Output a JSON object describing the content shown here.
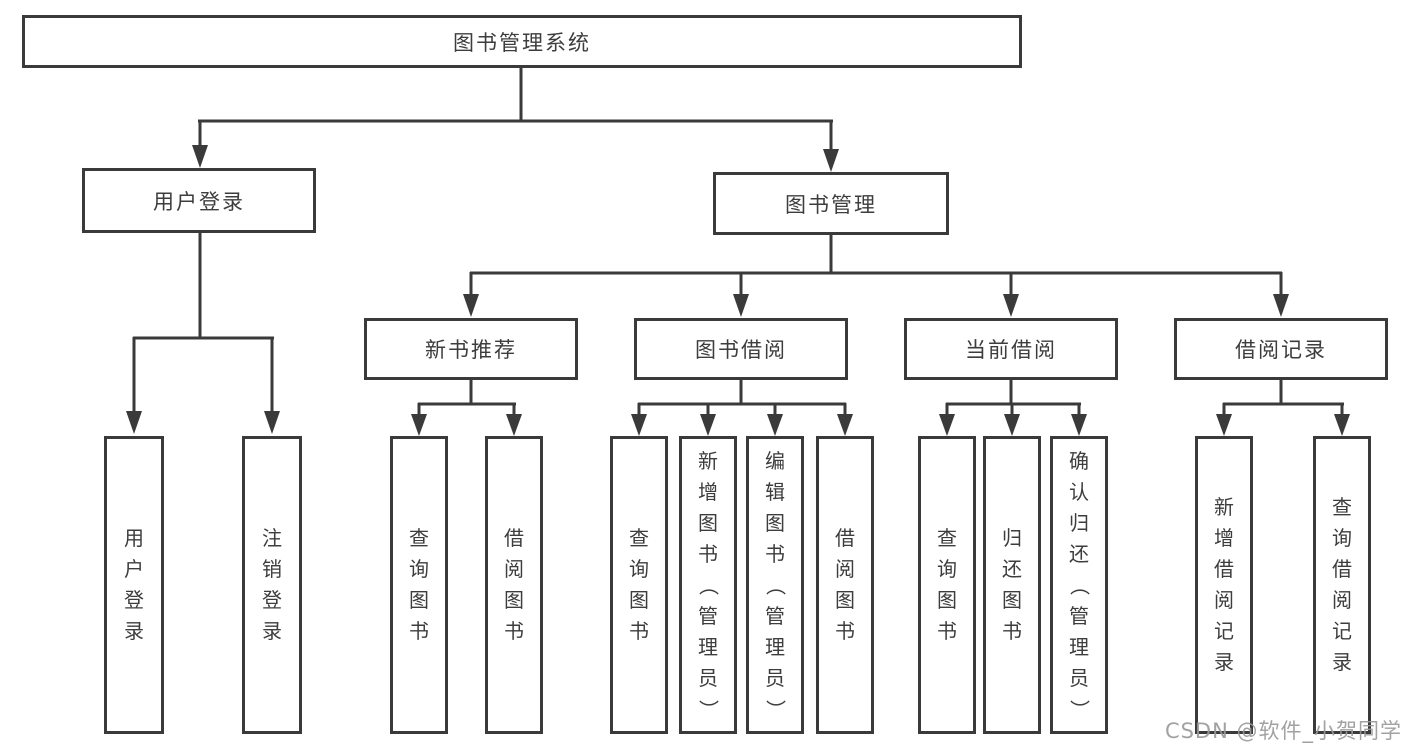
{
  "diagram_title": "图书管理系统",
  "tree": {
    "label": "图书管理系统",
    "children": [
      {
        "label": "用户登录",
        "children": [
          {
            "label": "用户登录"
          },
          {
            "label": "注销登录"
          }
        ]
      },
      {
        "label": "图书管理",
        "children": [
          {
            "label": "新书推荐",
            "children": [
              {
                "label": "查询图书"
              },
              {
                "label": "借阅图书"
              }
            ]
          },
          {
            "label": "图书借阅",
            "children": [
              {
                "label": "查询图书"
              },
              {
                "label": "新增图书（管理员）"
              },
              {
                "label": "编辑图书（管理员）"
              },
              {
                "label": "借阅图书"
              }
            ]
          },
          {
            "label": "当前借阅",
            "children": [
              {
                "label": "查询图书"
              },
              {
                "label": "归还图书"
              },
              {
                "label": "确认归还（管理员）"
              }
            ]
          },
          {
            "label": "借阅记录",
            "children": [
              {
                "label": "新增借阅记录"
              },
              {
                "label": "查询借阅记录"
              }
            ]
          }
        ]
      }
    ]
  },
  "watermark": {
    "text": "CSDN @软件_小贺同学"
  },
  "colors": {
    "line": "#3a3a3a",
    "box_border": "#3a3a3a",
    "box_text": "#3d3d3d",
    "background": "#ffffff",
    "watermark_text": "#9a9a9a"
  }
}
